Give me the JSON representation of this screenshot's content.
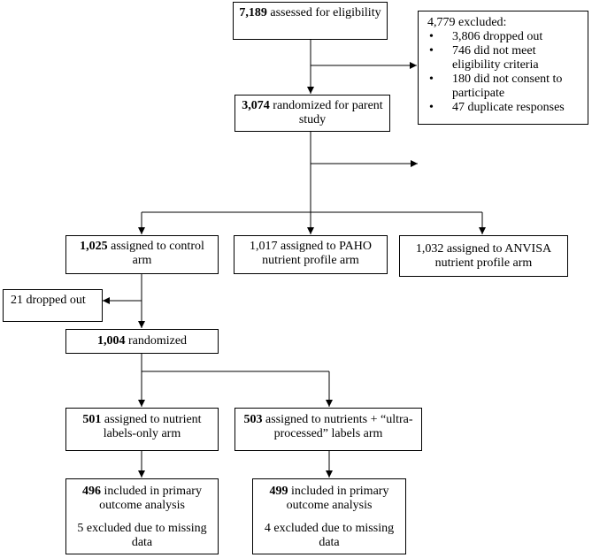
{
  "boxes": {
    "assessed": {
      "count": "7,189",
      "text": " assessed for eligibility"
    },
    "excluded": {
      "heading": "4,779 excluded:",
      "items": [
        "3,806 dropped out",
        "746 did not meet eligibility criteria",
        "180 did not consent to participate",
        "47 duplicate responses"
      ]
    },
    "randomized_parent": {
      "count": "3,074",
      "text": " randomized for parent study"
    },
    "control_arm": {
      "count": "1,025",
      "text": " assigned to control arm"
    },
    "paho_arm": {
      "text": "1,017 assigned to PAHO nutrient profile arm"
    },
    "anvisa_arm": {
      "text": "1,032 assigned to ANVISA nutrient profile arm"
    },
    "dropped": {
      "text": "21 dropped out"
    },
    "randomized_sub": {
      "count": "1,004",
      "text": " randomized"
    },
    "labels_only_arm": {
      "count": "501",
      "text": " assigned to nutrient labels-only arm"
    },
    "ultra_arm": {
      "count": "503",
      "text": " assigned to nutrients + “ultra-processed” labels arm"
    },
    "analysis_left": {
      "count": "496",
      "text": " included in primary outcome analysis",
      "excluded": "5 excluded due to missing data"
    },
    "analysis_right": {
      "count": "499",
      "text": " included in primary outcome analysis",
      "excluded": "4 excluded due to missing data"
    }
  }
}
